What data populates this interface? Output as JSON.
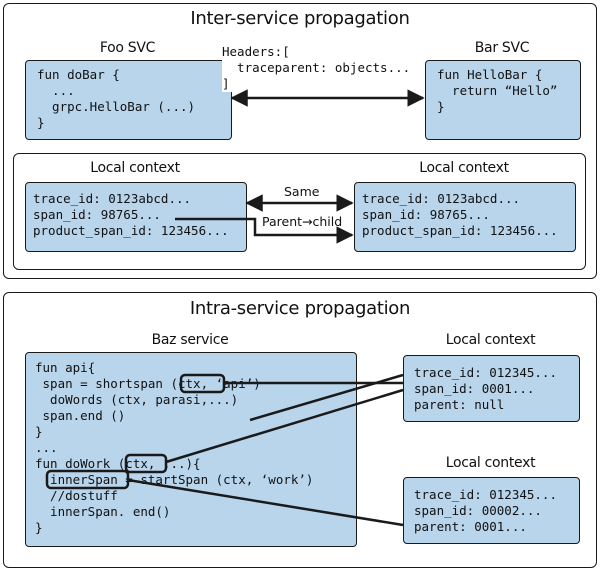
{
  "inter": {
    "title": "Inter-service propagation",
    "foo": {
      "name": "Foo SVC",
      "code": "fun doBar {\n  ...\n  grpc.HelloBar (...)\n}"
    },
    "bar": {
      "name": "Bar SVC",
      "code": "fun HelloBar {\n  return “Hello”\n}"
    },
    "headers": "Headers:[\n  traceparent: objects...\n]",
    "local_left": {
      "title": "Local context",
      "code": "trace_id: 0123abcd...\nspan_id: 98765...\nproduct_span_id: 123456..."
    },
    "local_right": {
      "title": "Local context",
      "code": "trace_id: 0123abcd...\nspan_id: 98765...\nproduct_span_id: 123456..."
    },
    "same_label": "Same",
    "parent_child_label": "Parent→child"
  },
  "intra": {
    "title": "Intra-service propagation",
    "baz": {
      "name": "Baz service",
      "code": "fun api{\n span = shortspan (ctx, ‘api’)\n  doWords (ctx, parasi,...)\n span.end ()\n}\n...\nfun doWork (ctx, ...){\n  innerSpan = startSpan (ctx, ‘work’)\n  //dostuff\n  innerSpan. end()\n}"
    },
    "local_top": {
      "title": "Local context",
      "code": "trace_id: 012345...\nspan_id: 0001...\nparent: null"
    },
    "local_bottom": {
      "title": "Local context",
      "code": "trace_id: 012345...\nspan_id: 00002...\nparent: 0001..."
    }
  },
  "colors": {
    "box_fill": "#b9d5ec",
    "stroke": "#1a1a1a"
  }
}
